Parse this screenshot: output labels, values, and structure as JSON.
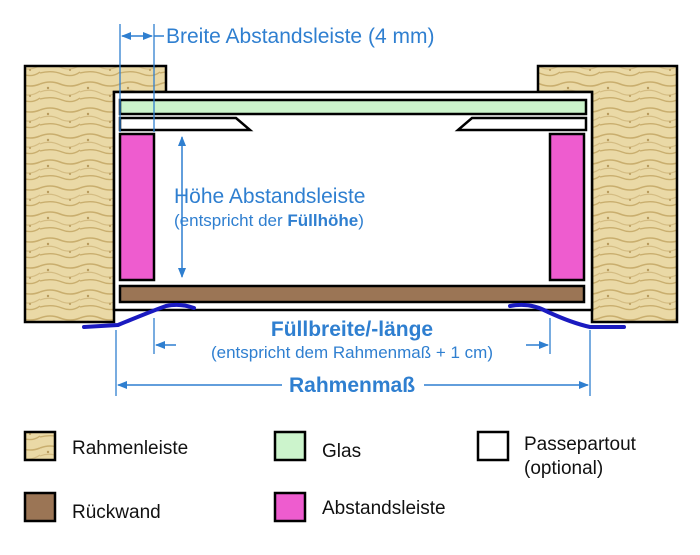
{
  "colors": {
    "wood": "#ead9a6",
    "wood_grain": "#c9ae6e",
    "glass": "#ccf4cc",
    "backboard": "#9b7555",
    "spacer": "#ee5ccf",
    "passepartout": "#ffffff",
    "dimension_blue": "#2f7fd0",
    "clip_blue": "#1a1ac0",
    "outline": "#000000"
  },
  "labels": {
    "spacer_width": "Breite Abstandsleiste (4 mm)",
    "spacer_height": "Höhe Abstandsleiste",
    "spacer_height_note_prefix": "(entspricht der ",
    "spacer_height_note_bold": "Füllhöhe",
    "spacer_height_note_suffix": ")",
    "fill_size": "Füllbreite/-länge",
    "fill_size_note": "(entspricht dem Rahmenmaß + 1 cm)",
    "frame_size": "Rahmenmaß"
  },
  "legend": [
    {
      "key": "wood",
      "label": "Rahmenleiste",
      "swatch": "wood-swatch"
    },
    {
      "key": "glass",
      "label": "Glas",
      "swatch": "glass-swatch"
    },
    {
      "key": "passepartout",
      "label_lines": [
        "Passepartout",
        "(optional)"
      ],
      "swatch": "passepartout-swatch"
    },
    {
      "key": "backboard",
      "label": "Rückwand",
      "swatch": "backboard-swatch"
    },
    {
      "key": "spacer",
      "label": "Abstandsleiste",
      "swatch": "spacer-swatch"
    }
  ]
}
